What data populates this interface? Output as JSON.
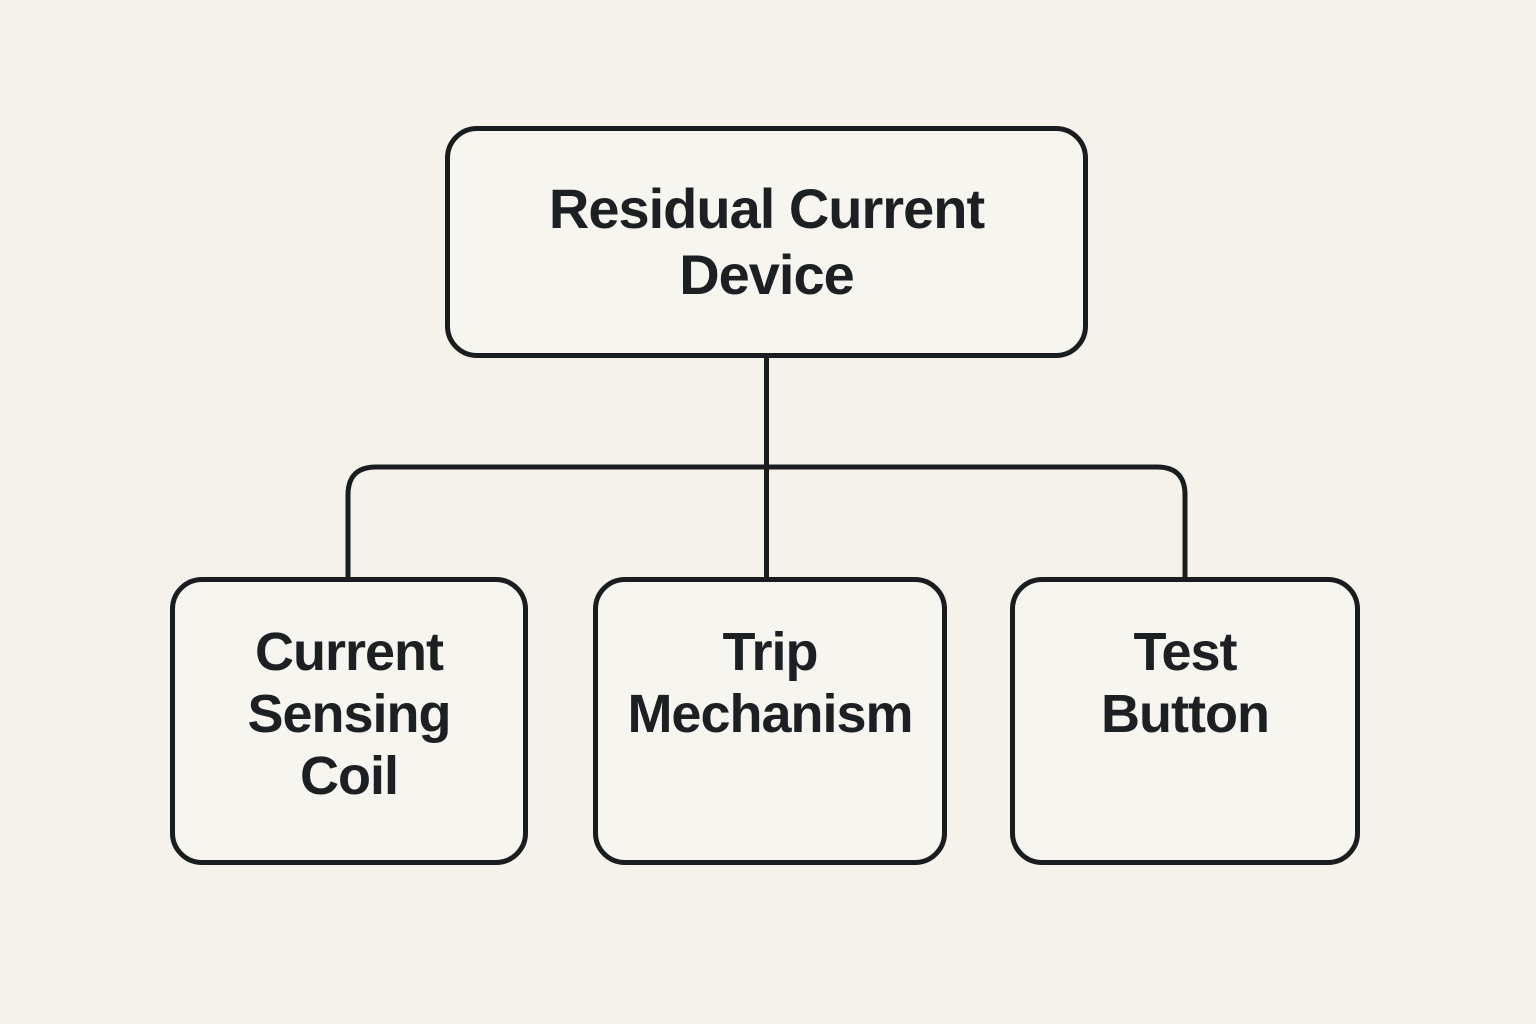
{
  "diagram": {
    "type": "hierarchy-flowchart",
    "colors": {
      "background": "#f5f2ec",
      "box_fill": "#f7f5f0",
      "line": "#1a1d20",
      "text": "#1d2023"
    },
    "root": {
      "id": "residual-current-device",
      "label": "Residual Current\nDevice"
    },
    "children": [
      {
        "id": "current-sensing-coil",
        "label": "Current\nSensing\nCoil"
      },
      {
        "id": "trip-mechanism",
        "label": "Trip\nMechanism"
      },
      {
        "id": "test-button",
        "label": "Test\nButton"
      }
    ],
    "edges": [
      {
        "from": "residual-current-device",
        "to": "current-sensing-coil"
      },
      {
        "from": "residual-current-device",
        "to": "trip-mechanism"
      },
      {
        "from": "residual-current-device",
        "to": "test-button"
      }
    ]
  }
}
